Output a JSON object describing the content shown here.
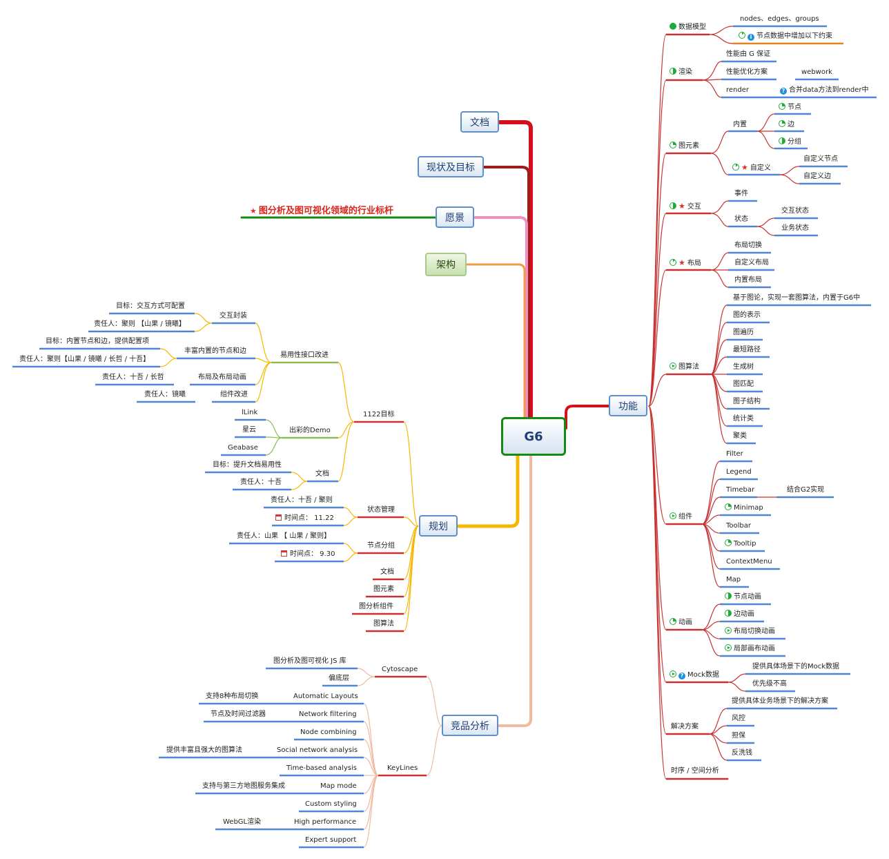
{
  "root": {
    "label": "G6"
  },
  "colors": {
    "line_red": "#cc2b2b",
    "line_blue": "#4f86cf",
    "line_green": "#8dbb53",
    "line_orange": "#e2831c",
    "line_yellow": "#f2b600",
    "line_salmon": "#f0b9a0",
    "box_border": "#5f8fc8",
    "root_border": "#138b13"
  },
  "left_top": {
    "doc": "文档",
    "status": "现状及目标",
    "vision": "愿景",
    "vision_detail": "图分析及图可视化领域的行业标杆",
    "arch": "架构"
  },
  "plan": {
    "label": "规划",
    "goal": {
      "label": "1122目标",
      "usability": {
        "label": "易用性接口改进",
        "interaction": {
          "label": "交互封装",
          "target": "目标：交互方式可配置",
          "owner": "责任人：聚则 【山果 / 镜曦】"
        },
        "rich": {
          "label": "丰富内置的节点和边",
          "target": "目标：内置节点和边，提供配置项",
          "owner": "责任人：聚则【山果 / 镜曦 / 长哲 / 十吾】"
        },
        "layout": {
          "label": "布局及布局动画",
          "owner": "责任人：十吾 / 长哲"
        },
        "component": {
          "label": "组件改进",
          "owner": "责任人：镜曦"
        }
      },
      "demo": {
        "label": "出彩的Demo",
        "items": [
          "lLink",
          "星云",
          "Geabase"
        ]
      },
      "docs": {
        "label": "文档",
        "target": "目标：提升文档易用性",
        "owner": "责任人：十吾"
      }
    },
    "state": {
      "label": "状态管理",
      "owner": "责任人：十吾 / 聚则",
      "time": "时间点：  11.22"
    },
    "group": {
      "label": "节点分组",
      "owner": "责任人：山果 【 山果 / 聚则】",
      "time": "时间点：  9.30"
    },
    "others": [
      "文档",
      "图元素",
      "图分析组件",
      "图算法"
    ]
  },
  "compete": {
    "label": "竞品分析",
    "cytoscape": {
      "label": "Cytoscape",
      "items": [
        "图分析及图可视化 JS 库",
        "偏底层"
      ]
    },
    "keylines": {
      "label": "KeyLines",
      "items": [
        "Automatic Layouts",
        "Network filtering",
        "Node combining",
        "Social network analysis",
        "Time-based analysis",
        "Map mode",
        "Custom styling",
        "High performance",
        "Expert support"
      ],
      "notes": [
        "支持8种布局切换",
        "节点及时间过滤器",
        "提供丰富且强大的图算法",
        "支持与第三方地图服务集成",
        "WebGL渲染"
      ]
    }
  },
  "func": {
    "label": "功能",
    "data_model": {
      "label": "数据模型",
      "icon": "pie-full-icon",
      "items": [
        "nodes、edges、groups",
        "节点数据中增加以下约束"
      ]
    },
    "render": {
      "label": "渲染",
      "icon": "pie-half-icon",
      "perf": "性能由 G 保证",
      "perf_plan": "性能优化方案",
      "webwork": "webwork",
      "render": "render",
      "merge": "合并data方法到render中"
    },
    "elements": {
      "label": "图元素",
      "icon": "pie-quarter-icon",
      "builtin": {
        "label": "内置",
        "items": [
          "节点",
          "边",
          "分组"
        ]
      },
      "custom": {
        "label": "自定义",
        "items": [
          "自定义节点",
          "自定义边"
        ]
      }
    },
    "interact": {
      "label": "交互",
      "event": "事件",
      "state": "状态",
      "state_items": [
        "交互状态",
        "业务状态"
      ]
    },
    "layout": {
      "label": "布局",
      "items": [
        "布局切换",
        "自定义布局",
        "内置布局"
      ]
    },
    "algo": {
      "label": "图算法",
      "items": [
        "基于图论，实现一套图算法，内置于G6中",
        "图的表示",
        "图遍历",
        "最短路径",
        "生成树",
        "图匹配",
        "图子结构",
        "统计类",
        "聚类"
      ]
    },
    "comp": {
      "label": "组件",
      "items": [
        "Filter",
        "Legend",
        "Timebar",
        "Minimap",
        "Toolbar",
        "Tooltip",
        "ContextMenu",
        "Map"
      ],
      "timebar_note": "结合G2实现"
    },
    "anim": {
      "label": "动画",
      "items": [
        "节点动画",
        "边动画",
        "布局切换动画",
        "局部画布动画"
      ]
    },
    "mock": {
      "label": "Mock数据",
      "items": [
        "提供具体场景下的Mock数据",
        "优先级不高"
      ]
    },
    "solution": {
      "label": "解决方案",
      "items": [
        "提供具体业务场景下的解决方案",
        "风控",
        "担保",
        "反洗钱"
      ]
    },
    "timeseries": {
      "label": "时序 / 空间分析"
    }
  }
}
